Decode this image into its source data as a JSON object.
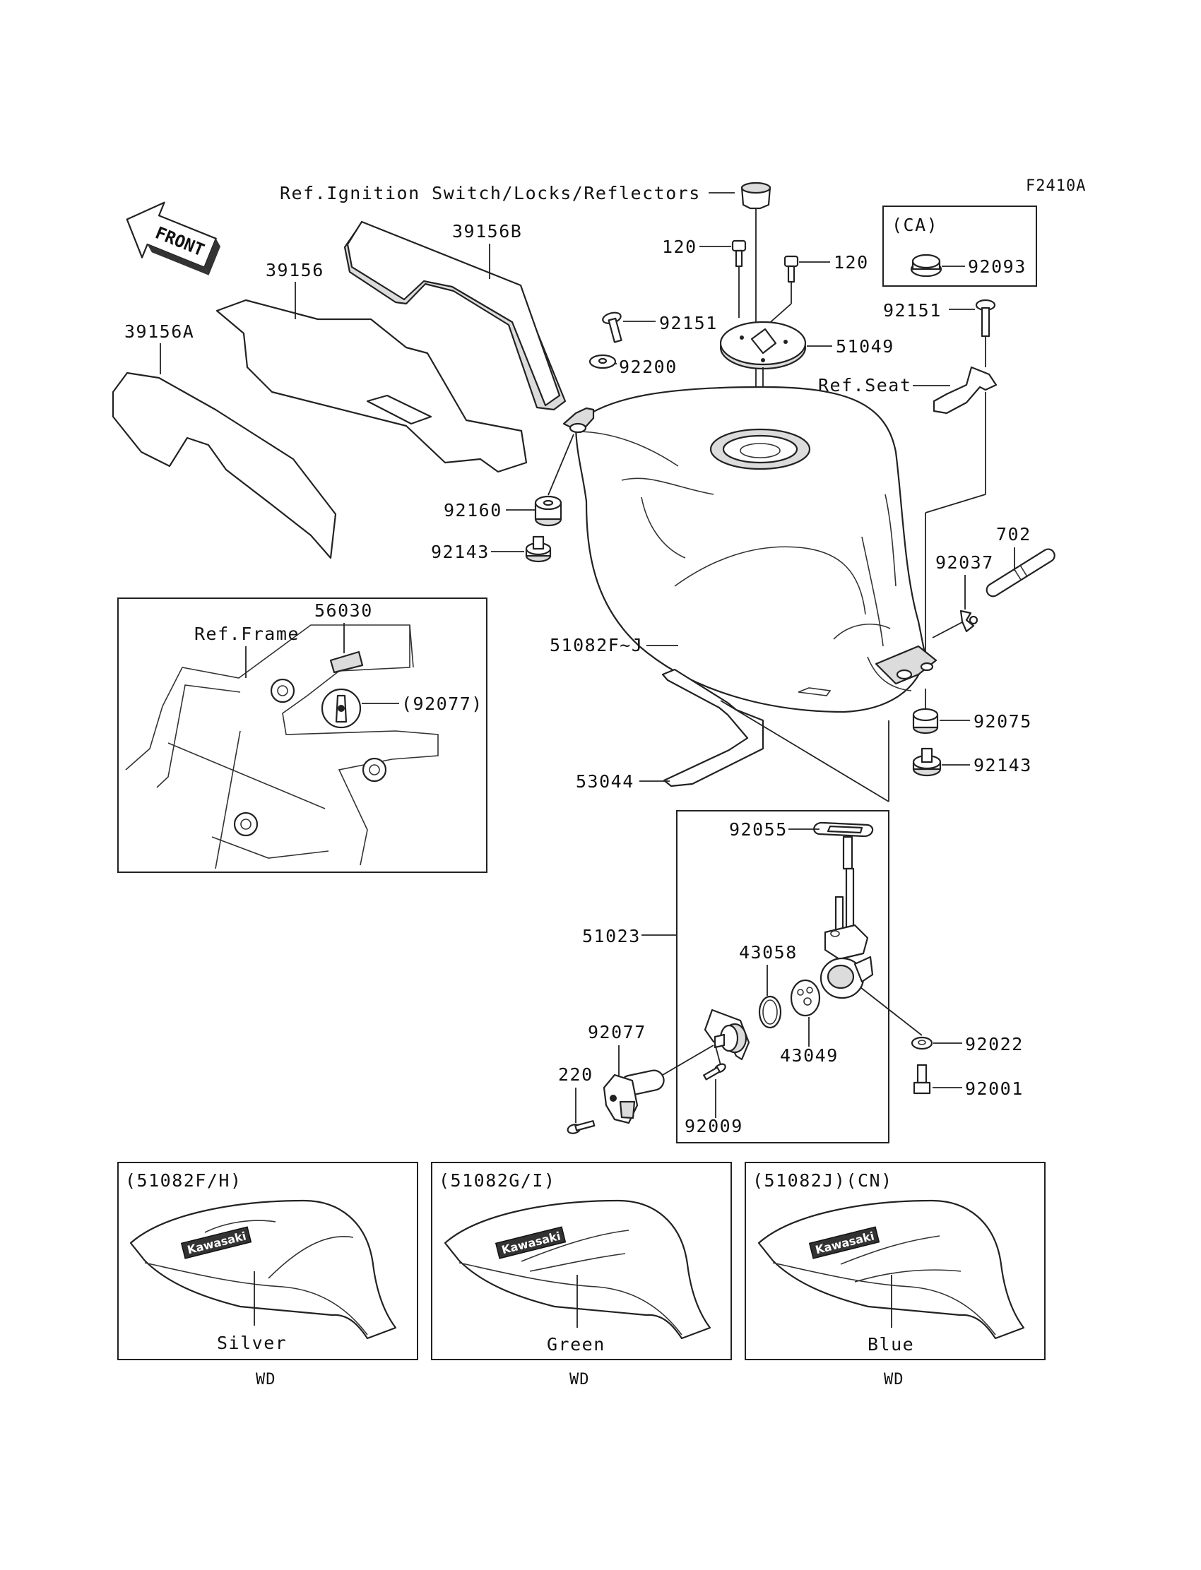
{
  "figure_code": "F2410A",
  "front_label": "FRONT",
  "refs": {
    "ignition": "Ref.Ignition Switch/Locks/Reflectors",
    "seat": "Ref.Seat",
    "frame": "Ref.Frame"
  },
  "ca_box": {
    "title": "(CA)",
    "part": "92093"
  },
  "parts": {
    "p39156B": "39156B",
    "p39156": "39156",
    "p39156A": "39156A",
    "p120a": "120",
    "p120b": "120",
    "p92151a": "92151",
    "p92151b": "92151",
    "p51049": "51049",
    "p92200": "92200",
    "p92160": "92160",
    "p92143a": "92143",
    "p92143b": "92143",
    "p702": "702",
    "p92037": "92037",
    "p51082": "51082F~J",
    "p92075": "92075",
    "p53044": "53044",
    "p56030": "56030",
    "p92077a": "(92077)",
    "p92055": "92055",
    "p51023": "51023",
    "p43058": "43058",
    "p43049": "43049",
    "p92077b": "92077",
    "p220": "220",
    "p92009": "92009",
    "p92022": "92022",
    "p92001": "92001"
  },
  "variants": [
    {
      "code": "(51082F/H)",
      "color": "Silver",
      "note": "WD"
    },
    {
      "code": "(51082G/I)",
      "color": "Green",
      "note": "WD"
    },
    {
      "code": "(51082J)(CN)",
      "color": "Blue",
      "note": "WD"
    }
  ],
  "tank_logo": "Kawasaki"
}
